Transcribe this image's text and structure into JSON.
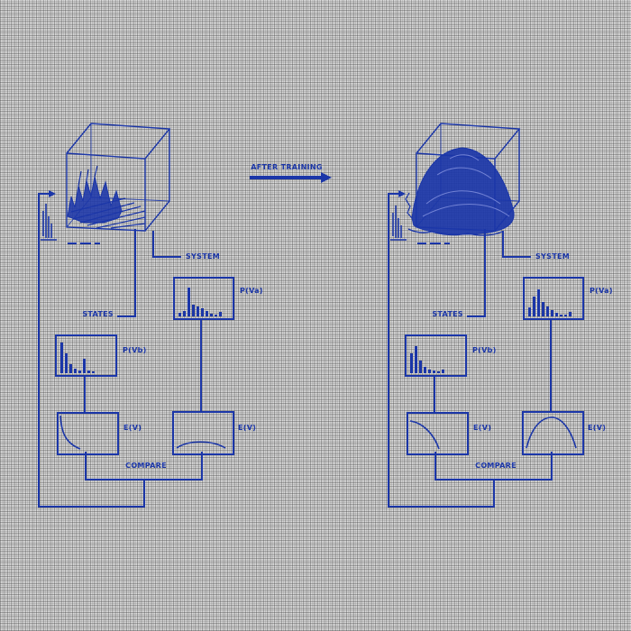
{
  "figure": {
    "description": "Blueprint-style diagram of an energy-landscape learning system shown before and after training",
    "ink_color": "#1b36a8",
    "background_color": "#bdbdbd"
  },
  "arrow": {
    "label": "AFTER TRAINING"
  },
  "before": {
    "system_label": "SYSTEM",
    "states_label": "STATES",
    "prob_top_label": "P(Va)",
    "prob_left_label": "P(Vb)",
    "energy_left_label": "E(V)",
    "energy_right_label": "E(V)",
    "compare_label": "COMPARE",
    "hist_top_bars": [
      4,
      6,
      32,
      13,
      11,
      9,
      6,
      3,
      2,
      5
    ],
    "hist_left_bars": [
      34,
      22,
      10,
      5,
      3,
      16,
      3,
      2
    ]
  },
  "after": {
    "system_label": "SYSTEM",
    "states_label": "STATES",
    "prob_top_label": "P(Va)",
    "prob_left_label": "P(Vb)",
    "energy_left_label": "E(V)",
    "energy_right_label": "E(V)",
    "compare_label": "COMPARE",
    "hist_top_bars": [
      10,
      22,
      30,
      16,
      11,
      7,
      4,
      2,
      2,
      5
    ],
    "hist_left_bars": [
      22,
      30,
      14,
      7,
      4,
      3,
      2,
      4
    ]
  }
}
